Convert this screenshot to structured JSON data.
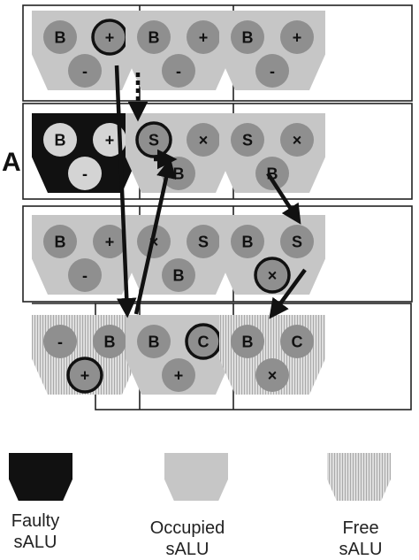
{
  "faulty_marker": "A",
  "colors": {
    "faulty": "#111111",
    "occupied": "#c6c6c6",
    "free": "#dadada",
    "circle": "#8f8f8f",
    "faulty_circle": "#d4d4d4",
    "line": "#222222"
  },
  "rows": [
    {
      "cells": [
        {
          "state": "occupied",
          "ops": [
            "B",
            "+",
            "-"
          ],
          "highlight": [
            1
          ]
        },
        {
          "state": "occupied",
          "ops": [
            "B",
            "+",
            "-"
          ],
          "highlight": []
        },
        {
          "state": "occupied",
          "ops": [
            "B",
            "+",
            "-"
          ],
          "highlight": []
        }
      ]
    },
    {
      "cells": [
        {
          "state": "faulty",
          "ops": [
            "B",
            "+",
            "-"
          ],
          "highlight": []
        },
        {
          "state": "occupied",
          "ops": [
            "S",
            "×",
            "B"
          ],
          "highlight": [
            0
          ]
        },
        {
          "state": "occupied",
          "ops": [
            "S",
            "×",
            "B"
          ],
          "highlight": []
        }
      ]
    },
    {
      "cells": [
        {
          "state": "occupied",
          "ops": [
            "B",
            "+",
            "-"
          ],
          "highlight": []
        },
        {
          "state": "occupied",
          "ops": [
            "×",
            "S",
            "B"
          ],
          "highlight": []
        },
        {
          "state": "occupied",
          "ops": [
            "B",
            "S",
            "×"
          ],
          "highlight": [
            2
          ]
        }
      ]
    },
    {
      "cells": [
        {
          "state": "free",
          "ops": [
            "-",
            "B",
            "+"
          ],
          "highlight": [
            2
          ]
        },
        {
          "state": "occupied",
          "ops": [
            "B",
            "C",
            "+"
          ],
          "highlight": [
            1
          ]
        },
        {
          "state": "free",
          "ops": [
            "B",
            "C",
            "×"
          ],
          "highlight": []
        }
      ]
    }
  ],
  "legend": [
    {
      "state": "faulty",
      "line1": "Faulty",
      "line2": "sALU"
    },
    {
      "state": "occupied",
      "line1": "Occupied",
      "line2": "sALU"
    },
    {
      "state": "free",
      "line1": "Free",
      "line2": "sALU"
    }
  ]
}
